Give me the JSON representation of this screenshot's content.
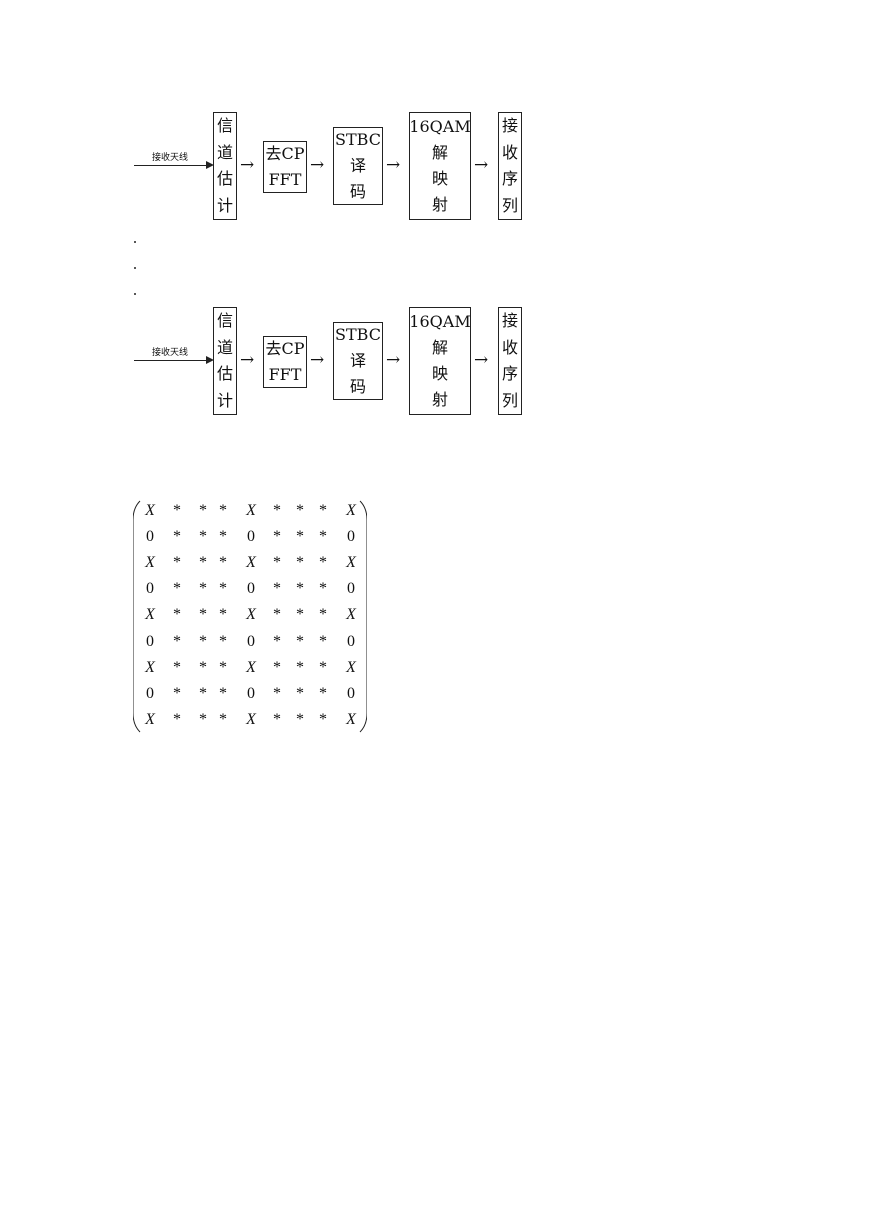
{
  "chains": [
    {
      "antenna_label": "接收天线",
      "channel_est": [
        "信",
        "道",
        "估",
        "计"
      ],
      "cp_fft": [
        "去CP",
        "FFT"
      ],
      "stbc": [
        "STBC",
        "译",
        "码"
      ],
      "qam": [
        "16QAM",
        "解",
        "映",
        "射"
      ],
      "seq": [
        "接",
        "收",
        "序",
        "列"
      ]
    },
    {
      "antenna_label": "接收天线",
      "channel_est": [
        "信",
        "道",
        "估",
        "计"
      ],
      "cp_fft": [
        "去CP",
        "FFT"
      ],
      "stbc": [
        "STBC",
        "译",
        "码"
      ],
      "qam": [
        "16QAM",
        "解",
        "映",
        "射"
      ],
      "seq": [
        "接",
        "收",
        "序",
        "列"
      ]
    }
  ],
  "arrow_glyph": "→",
  "matrix": [
    [
      "X",
      "*",
      "*",
      "*",
      "X",
      "*",
      "*",
      "*",
      "X"
    ],
    [
      "0",
      "*",
      "*",
      "*",
      "0",
      "*",
      "*",
      "*",
      "0"
    ],
    [
      "X",
      "*",
      "*",
      "*",
      "X",
      "*",
      "*",
      "*",
      "X"
    ],
    [
      "0",
      "*",
      "*",
      "*",
      "0",
      "*",
      "*",
      "*",
      "0"
    ],
    [
      "X",
      "*",
      "*",
      "*",
      "X",
      "*",
      "*",
      "*",
      "X"
    ],
    [
      "0",
      "*",
      "*",
      "*",
      "0",
      "*",
      "*",
      "*",
      "0"
    ],
    [
      "X",
      "*",
      "*",
      "*",
      "X",
      "*",
      "*",
      "*",
      "X"
    ],
    [
      "0",
      "*",
      "*",
      "*",
      "0",
      "*",
      "*",
      "*",
      "0"
    ],
    [
      "X",
      "*",
      "*",
      "*",
      "X",
      "*",
      "*",
      "*",
      "X"
    ]
  ]
}
